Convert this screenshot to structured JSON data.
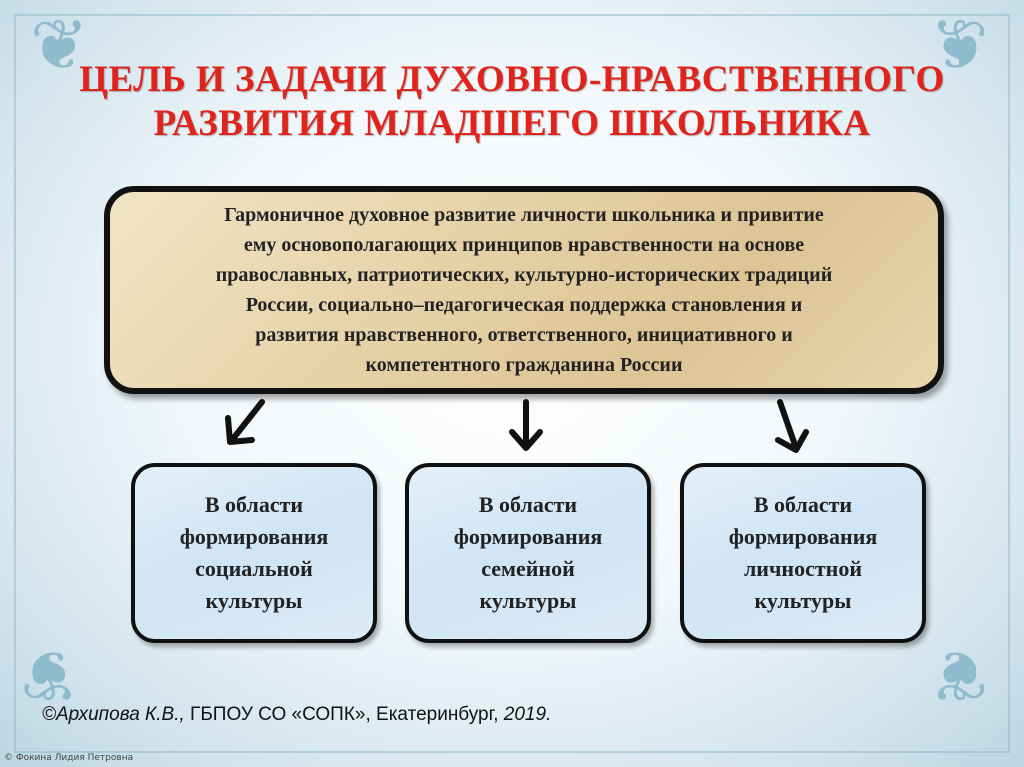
{
  "title_line1": "ЦЕЛЬ И ЗАДАЧИ ДУХОВНО-НРАВСТВЕННОГО",
  "title_line2": "РАЗВИТИЯ МЛАДШЕГО ШКОЛЬНИКА",
  "goal": {
    "lines": [
      "Гармоничное духовное развитие личности школьника и  привитие",
      "ему основополагающих принципов нравственности на основе",
      "православных, патриотических, культурно-исторических традиций",
      "России, социально–педагогическая поддержка становления и",
      "развития нравственного, ответственного, инициативного и",
      "компетентного гражданина России"
    ]
  },
  "areas": [
    {
      "lines": [
        "В области",
        "формирования",
        "социальной",
        "культуры"
      ]
    },
    {
      "lines": [
        "В области",
        "формирования",
        "семейной",
        "культуры"
      ]
    },
    {
      "lines": [
        "В области",
        "формирования",
        "личностной",
        "культуры"
      ]
    }
  ],
  "footer": {
    "author": "©Архипова К.В.,",
    "org": " ГБПОУ СО «СОПК», Екатеринбург, ",
    "year": "2019."
  },
  "credit": "© Фокина Лидия Петровна",
  "colors": {
    "title": "#e1241b",
    "goal_fill": "#e6d2a8",
    "area_fill": "#cfe4f4",
    "border": "#111111"
  }
}
